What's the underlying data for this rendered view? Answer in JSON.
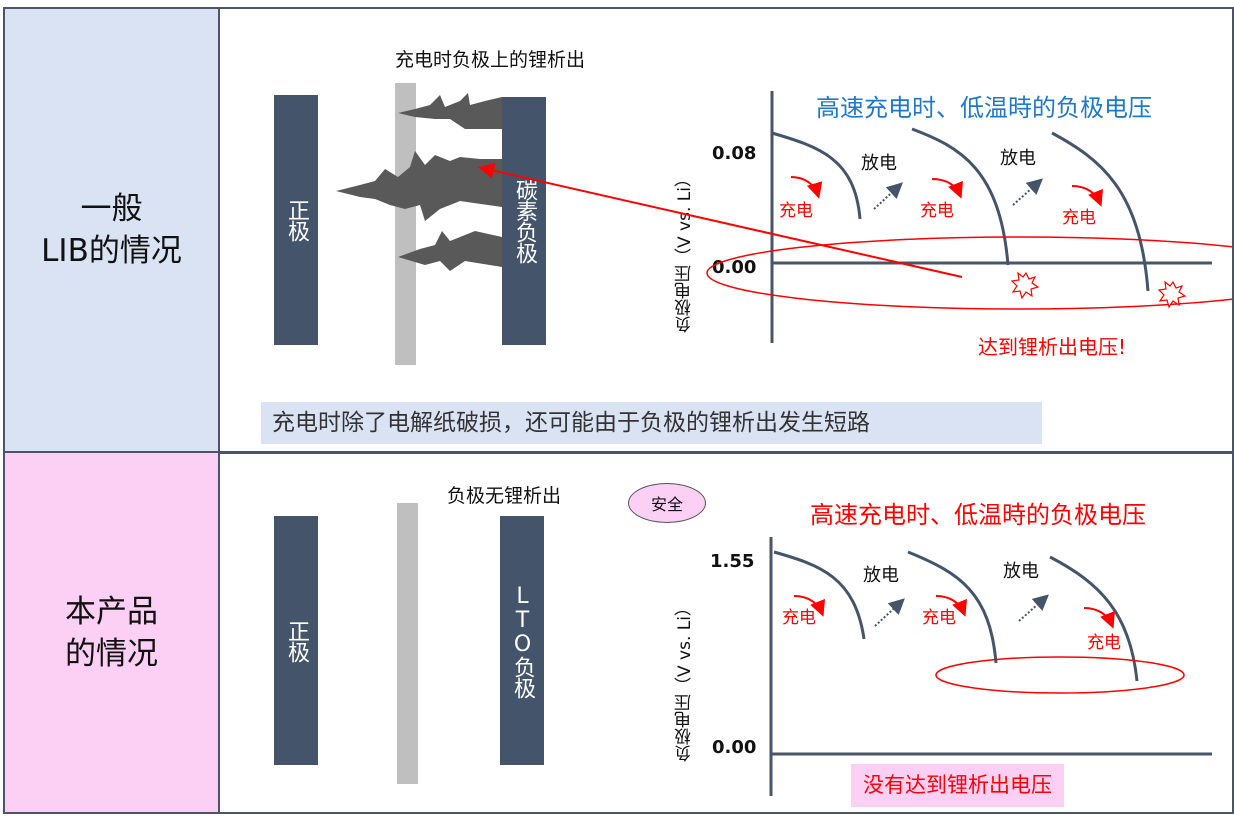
{
  "colors": {
    "border": "#4a5568",
    "electrode": "#44546a",
    "separator": "#bfbfbf",
    "dendrite": "#595959",
    "top_label_bg": "#dae3f3",
    "bottom_label_bg": "#fccff5",
    "title_blue": "#1f78c8",
    "alert_red": "#ff0000"
  },
  "general_lib": {
    "row_label": "一般\nLIB的情况",
    "cell": {
      "caption": "充电时负极上的锂析出",
      "positive_electrode": "正极",
      "negative_electrode": "碳素负极",
      "dendrite_icon": "lithium-dendrite"
    },
    "chart": {
      "title": "高速充电时、低温時的负极电压",
      "ylabel": "负极电压（V vs. Li）",
      "ticks": [
        "0.08",
        "0.00"
      ],
      "discharge_labels": [
        "放电",
        "放电"
      ],
      "charge_labels": [
        "充电",
        "充电",
        "充电"
      ],
      "warning": "达到锂析出电压!",
      "burst_icons": 2
    },
    "note": "充电时除了电解纸破损，还可能由于负极的锂析出发生短路"
  },
  "this_product": {
    "row_label": "本产品\n的情况",
    "cell": {
      "caption": "负极无锂析出",
      "safe_badge": "安全",
      "positive_electrode": "正极",
      "negative_electrode": "LTO负极"
    },
    "chart": {
      "title": "高速充电时、低温時的负极电压",
      "ylabel": "负极电压（V vs. Li）",
      "ticks": [
        "1.55",
        "0.00"
      ],
      "discharge_labels": [
        "放电",
        "放电"
      ],
      "charge_labels": [
        "充电",
        "充电",
        "充电"
      ],
      "result": "没有达到锂析出电压"
    }
  }
}
